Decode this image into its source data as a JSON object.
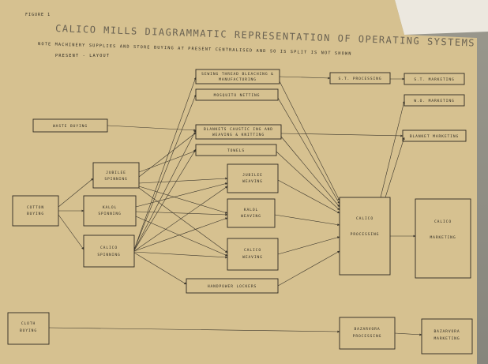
{
  "header": {
    "figure_no": "FIGURE 1",
    "title": "CALICO MILLS  DIAGRAMMATIC REPRESENTATION OF OPERATING SYSTEMS",
    "note": "NOTE  MACHINERY SUPPLIES AND STORE BUYING AT PRESENT CENTRALISED AND SO IS SPLIT IS NOT SHOWN",
    "subtitle": "PRESENT - LAYOUT"
  },
  "nodes": {
    "sewing": {
      "line1": "SEWING THREAD BLEACHING &",
      "line2": "MANUFACTURING"
    },
    "st_processing": {
      "line1": "S.T. PROCESSING"
    },
    "st_marketing": {
      "line1": "S.T. MARKETING"
    },
    "mosquito": {
      "line1": "MOSQUITO NETTING"
    },
    "wo_marketing": {
      "line1": "W.O. MARKETING"
    },
    "waste_buying": {
      "line1": "WASTE BUYING"
    },
    "blanket_mfg": {
      "line1": "BLANKETS  CAUSTIC ING AND",
      "line2": "WEAVING & KNITTING"
    },
    "blanket_marketing": {
      "line1": "BLANKET MARKETING"
    },
    "towels": {
      "line1": "TOWELS"
    },
    "jubilee_spin": {
      "line1": "JUBILEE",
      "line2": "SPINNING"
    },
    "jubilee_weave": {
      "line1": "JUBILEE",
      "line2": "WEAVING"
    },
    "cotton_buying": {
      "line1": "COTTON",
      "line2": "BUYING"
    },
    "kalol_spin": {
      "line1": "KALOL",
      "line2": "SPINNING"
    },
    "kalol_weave": {
      "line1": "KALOL",
      "line2": "WEAVING"
    },
    "calico_processing": {
      "line1": "CALICO",
      "line2": "PROCESSING"
    },
    "calico_marketing": {
      "line1": "CALICO",
      "line2": "MARKETING"
    },
    "calico_spin": {
      "line1": "CALICO",
      "line2": "SPINNING"
    },
    "calico_weave": {
      "line1": "CALICO",
      "line2": "WEAVING"
    },
    "handpower": {
      "line1": "HANDPOWER LOCKERS"
    },
    "cloth_buying": {
      "line1": "CLOTH",
      "line2": "BUYING"
    },
    "bazaar_processing": {
      "line1": "BAZARVORA",
      "line2": "PROCESSING"
    },
    "bazaar_marketing": {
      "line1": "BAZARVORA",
      "line2": "MARKETING"
    }
  },
  "colors": {
    "paper": "#d6c190",
    "ink": "#2e2a22",
    "background": "#8f8e86"
  }
}
